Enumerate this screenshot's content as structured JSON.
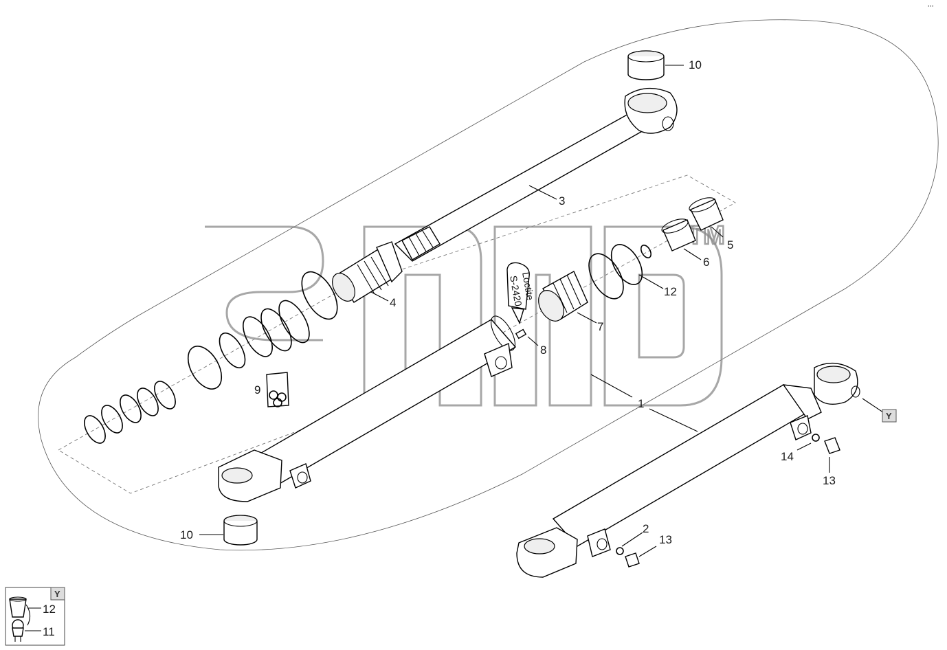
{
  "diagram": {
    "callouts": {
      "p1": "1",
      "p2": "2",
      "p3": "3",
      "p4": "4",
      "p5": "5",
      "p6": "6",
      "p7": "7",
      "p8": "8",
      "p9": "9",
      "p10a": "10",
      "p10b": "10",
      "p11": "11",
      "p12a": "12",
      "p12b": "12",
      "p13a": "13",
      "p13b": "13",
      "p14": "14"
    },
    "detail_view_tag": "Y",
    "loctite_label_line1": "Loctite",
    "loctite_label_line2": "S-2420",
    "watermark_text": "TM",
    "corner_mark": "···"
  }
}
